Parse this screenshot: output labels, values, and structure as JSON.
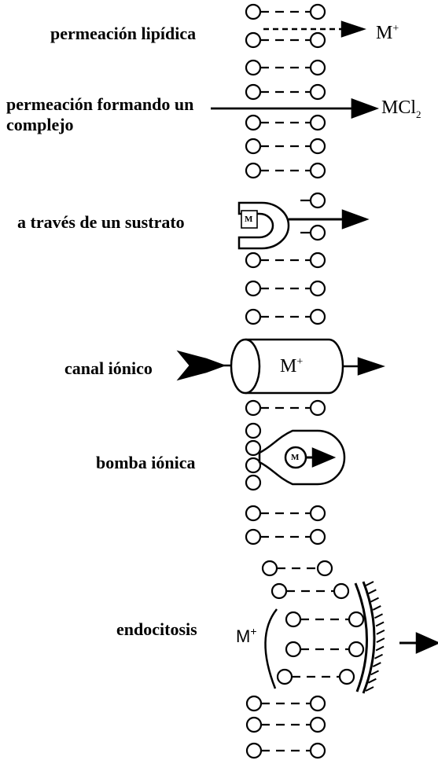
{
  "mechanisms": [
    {
      "label": "permeación lipídica",
      "product": "M",
      "product_sup": "+"
    },
    {
      "label_line1": "permeación formando un",
      "label_line2": "complejo",
      "product": "MCl",
      "product_sub": "2"
    },
    {
      "label": "a través de un sustrato",
      "carrier_symbol": "M"
    },
    {
      "label": "canal iónico",
      "channel_symbol": "M",
      "channel_sup": "+"
    },
    {
      "label": "bomba iónica",
      "pump_symbol": "M"
    },
    {
      "label": "endocitosis",
      "ion_symbol": "M",
      "ion_sup": "+"
    }
  ],
  "colors": {
    "stroke": "#000000",
    "background": "#ffffff"
  }
}
